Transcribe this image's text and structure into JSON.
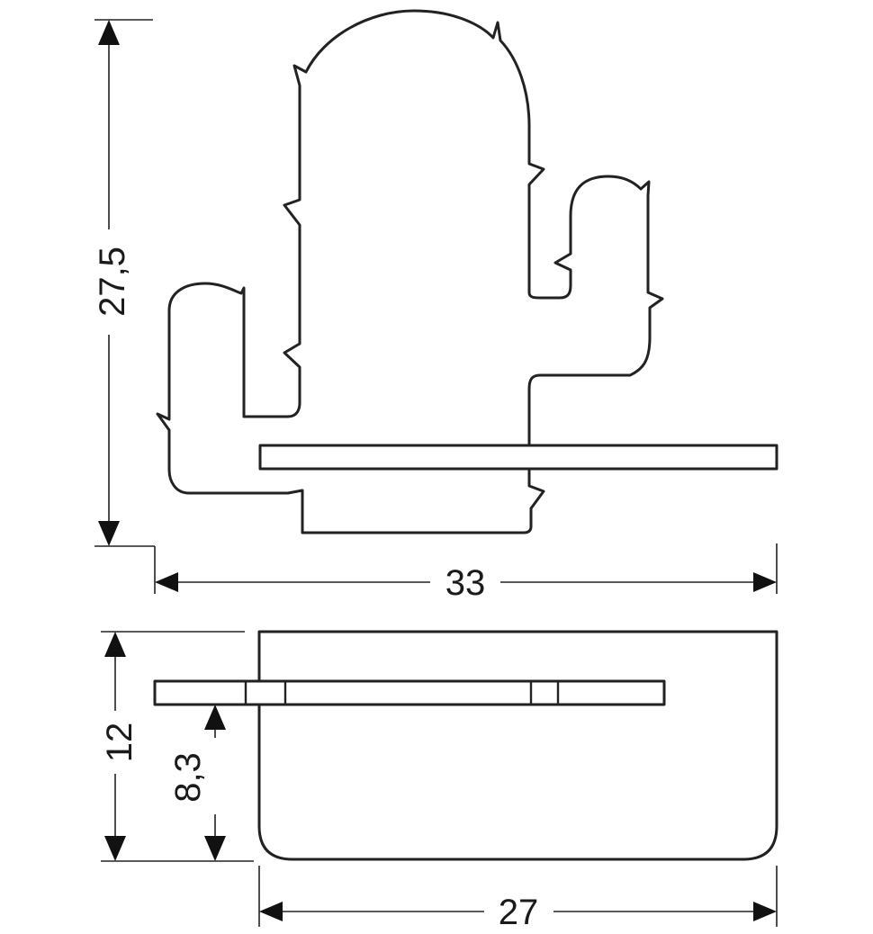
{
  "dimensions": {
    "height_front": "27,5",
    "width_front": "33",
    "depth_total": "12",
    "shelf_height": "8,3",
    "depth_base": "27"
  },
  "colors": {
    "line": "#222222",
    "arrow": "#111111",
    "background": "#ffffff"
  }
}
